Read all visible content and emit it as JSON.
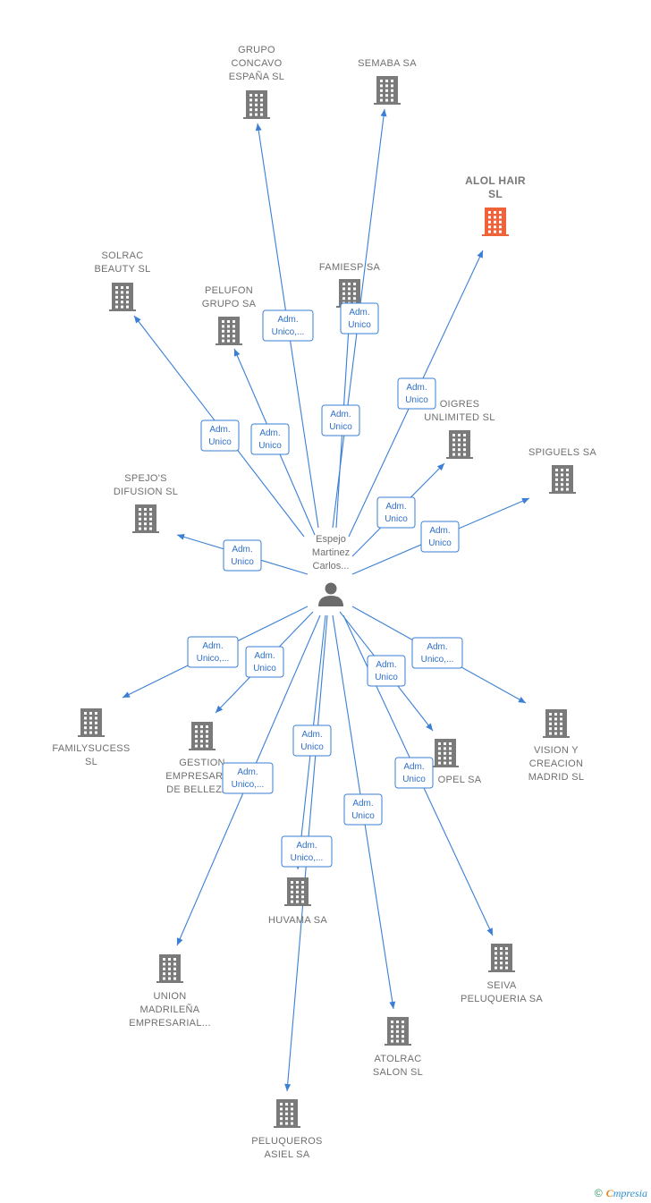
{
  "center": {
    "label": [
      "Espejo",
      "Martinez",
      "Carlos..."
    ]
  },
  "nodes": [
    {
      "id": "grupo_concavo",
      "label": [
        "GRUPO",
        "CONCAVO",
        "ESPAÑA  SL"
      ],
      "highlight": false
    },
    {
      "id": "semaba",
      "label": [
        "SEMABA SA"
      ],
      "highlight": false
    },
    {
      "id": "alol_hair",
      "label": [
        "ALOL HAIR",
        "SL"
      ],
      "highlight": true
    },
    {
      "id": "solrac",
      "label": [
        "SOLRAC",
        "BEAUTY  SL"
      ],
      "highlight": false
    },
    {
      "id": "famiesp",
      "label": [
        "FAMIESP SA"
      ],
      "highlight": false
    },
    {
      "id": "pelufon",
      "label": [
        "PELUFON",
        "GRUPO SA"
      ],
      "highlight": false
    },
    {
      "id": "oigres",
      "label": [
        "OIGRES",
        "UNLIMITED  SL"
      ],
      "highlight": false
    },
    {
      "id": "spiguels",
      "label": [
        "SPIGUELS SA"
      ],
      "highlight": false
    },
    {
      "id": "spejos",
      "label": [
        "SPEJO'S",
        "DIFUSION  SL"
      ],
      "highlight": false
    },
    {
      "id": "familysucess",
      "label": [
        "FAMILYSUCESS",
        "SL"
      ],
      "highlight": false
    },
    {
      "id": "gestion",
      "label": [
        "GESTION",
        "EMPRESARIAL",
        "DE BELLEZA..."
      ],
      "highlight": false
    },
    {
      "id": "opel",
      "label": [
        "OPEL SA"
      ],
      "highlight": false
    },
    {
      "id": "vision",
      "label": [
        "VISION Y",
        "CREACION",
        "MADRID  SL"
      ],
      "highlight": false
    },
    {
      "id": "huvama",
      "label": [
        "HUVAMA SA"
      ],
      "highlight": false
    },
    {
      "id": "union",
      "label": [
        "UNION",
        "MADRILEÑA",
        "EMPRESARIAL..."
      ],
      "highlight": false
    },
    {
      "id": "seiva",
      "label": [
        "SEIVA",
        "PELUQUERIA SA"
      ],
      "highlight": false
    },
    {
      "id": "atolrac",
      "label": [
        "ATOLRAC",
        "SALON  SL"
      ],
      "highlight": false
    },
    {
      "id": "peluqueros",
      "label": [
        "PELUQUEROS",
        "ASIEL SA"
      ],
      "highlight": false
    }
  ],
  "edges": [
    {
      "to": "grupo_concavo",
      "label": [
        "Adm.",
        "Unico,..."
      ]
    },
    {
      "to": "semaba",
      "label": [
        "Adm.",
        "Unico"
      ]
    },
    {
      "to": "famiesp",
      "label": [
        "Adm.",
        "Unico"
      ]
    },
    {
      "to": "alol_hair",
      "label": [
        "Adm.",
        "Unico"
      ]
    },
    {
      "to": "solrac",
      "label": [
        "Adm.",
        "Unico"
      ]
    },
    {
      "to": "pelufon",
      "label": [
        "Adm.",
        "Unico"
      ]
    },
    {
      "to": "oigres",
      "label": [
        "Adm.",
        "Unico"
      ]
    },
    {
      "to": "spiguels",
      "label": [
        "Adm.",
        "Unico"
      ]
    },
    {
      "to": "spejos",
      "label": [
        "Adm.",
        "Unico"
      ]
    },
    {
      "to": "familysucess",
      "label": [
        "Adm.",
        "Unico,..."
      ]
    },
    {
      "to": "gestion",
      "label": [
        "Adm.",
        "Unico"
      ]
    },
    {
      "to": "opel",
      "label": [
        "Adm.",
        "Unico"
      ]
    },
    {
      "to": "vision",
      "label": [
        "Adm.",
        "Unico,..."
      ]
    },
    {
      "to": "huvama",
      "label": [
        "Adm.",
        "Unico"
      ]
    },
    {
      "to": "union",
      "label": [
        "Adm.",
        "Unico,..."
      ]
    },
    {
      "to": "seiva",
      "label": [
        "Adm.",
        "Unico"
      ]
    },
    {
      "to": "atolrac",
      "label": [
        "Adm.",
        "Unico"
      ]
    },
    {
      "to": "peluqueros",
      "label": [
        "Adm.",
        "Unico,..."
      ]
    }
  ],
  "brand": {
    "copyright": "©",
    "e": "C",
    "name": "mpresia"
  },
  "colors": {
    "edge": "#3a7fd5",
    "building": "#7a7a7a",
    "highlight": "#f0623a"
  }
}
